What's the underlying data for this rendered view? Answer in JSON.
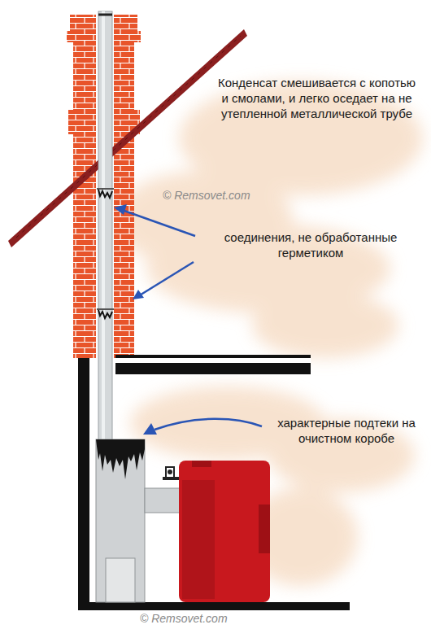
{
  "diagram": {
    "labels": [
      "Конденсат смешивается с копотью и смолами, и легко оседает на не утепленной металлической трубе",
      "© Remsovet.com",
      "соединения, не обработанные герметиком",
      "характерные подтеки на очистном коробе",
      "© Remsovet.com"
    ]
  }
}
